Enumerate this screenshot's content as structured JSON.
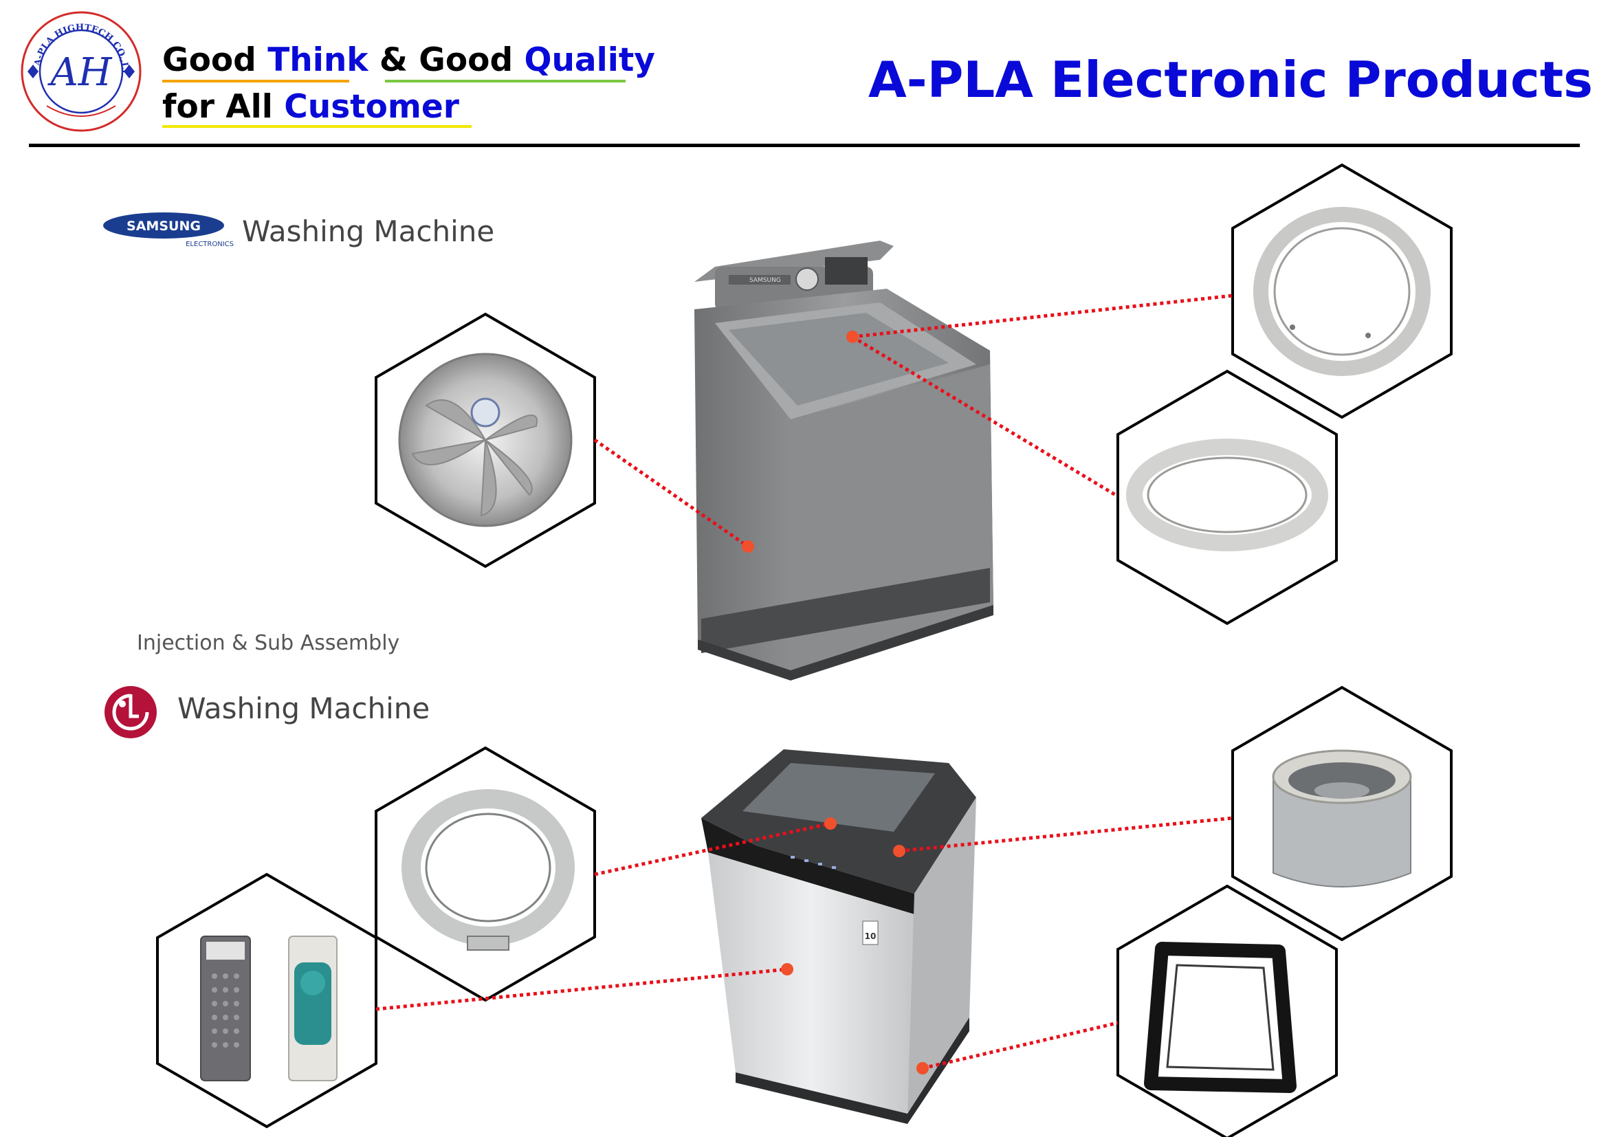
{
  "header": {
    "logo_text": "AH",
    "logo_ring_text": "A-PLA HIGHTECH CO.,LTD.",
    "slogan_line1": {
      "a": "Good",
      "b": "Think",
      "c": "&",
      "d": "Good",
      "e": "Quality"
    },
    "slogan_line2": {
      "a": "for All",
      "b": "Customer"
    },
    "title": "A-PLA Electronic Products",
    "colors": {
      "accent_blue": "#0a0ad8",
      "underline_orange": "#f5a300",
      "underline_green": "#7ac943",
      "underline_yellow": "#f2e800"
    }
  },
  "samsung_section": {
    "brand_logo_text": "SAMSUNG",
    "brand_logo_sub": "ELECTRONICS",
    "label": "Washing Machine",
    "machine_brand_text": "SAMSUNG",
    "parts": [
      "pulsator-icon",
      "tub-ring-icon",
      "balancer-ring-icon"
    ]
  },
  "sub_label": "Injection & Sub Assembly",
  "lg_section": {
    "brand_logo_text": "LG",
    "label": "Washing Machine",
    "badge_text": "10",
    "parts": [
      "tub-cover-icon",
      "lint-filter-icon",
      "drum-icon",
      "base-frame-icon"
    ]
  },
  "connector_color": "#e8101a"
}
